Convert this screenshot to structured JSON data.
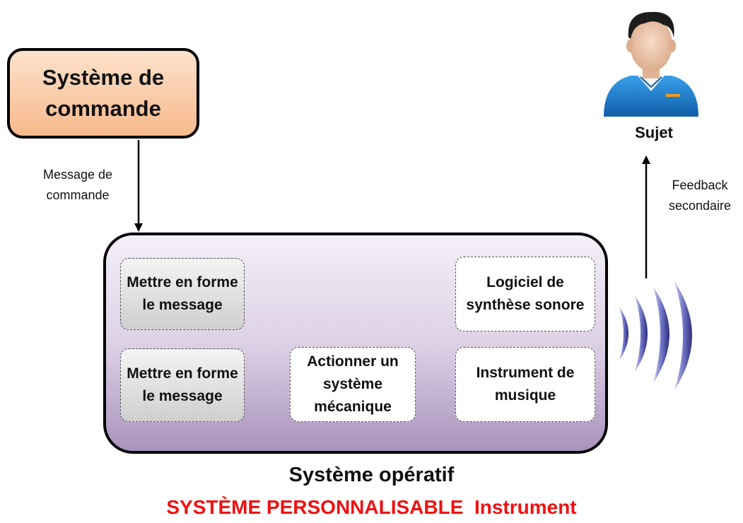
{
  "command_system": {
    "title": "Système de commande"
  },
  "command_message": {
    "label": "Message de commande"
  },
  "operative_system": {
    "title": "Système opératif",
    "row1": {
      "format_box": "Mettre en forme le message",
      "target_box": "Logiciel de synthèse sonore"
    },
    "row2": {
      "format_box": "Mettre en forme le message",
      "middle_box": "Actionner un système mécanique",
      "target_box": "Instrument de musique"
    }
  },
  "subject": {
    "label": "Sujet",
    "icon": "person-icon"
  },
  "feedback": {
    "label": "Feedback secondaire"
  },
  "sound_waves": {
    "icon": "sound-waves-icon"
  },
  "footer": {
    "title": "SYSTÈME PERSONNALISABLE  Instrument",
    "title_color": "#ee1111"
  },
  "colors": {
    "command_box": "#f7b98c",
    "operative_box": "#ddd1e6",
    "wave": "#4a4d9a",
    "person_shirt": "#1e82d2"
  }
}
